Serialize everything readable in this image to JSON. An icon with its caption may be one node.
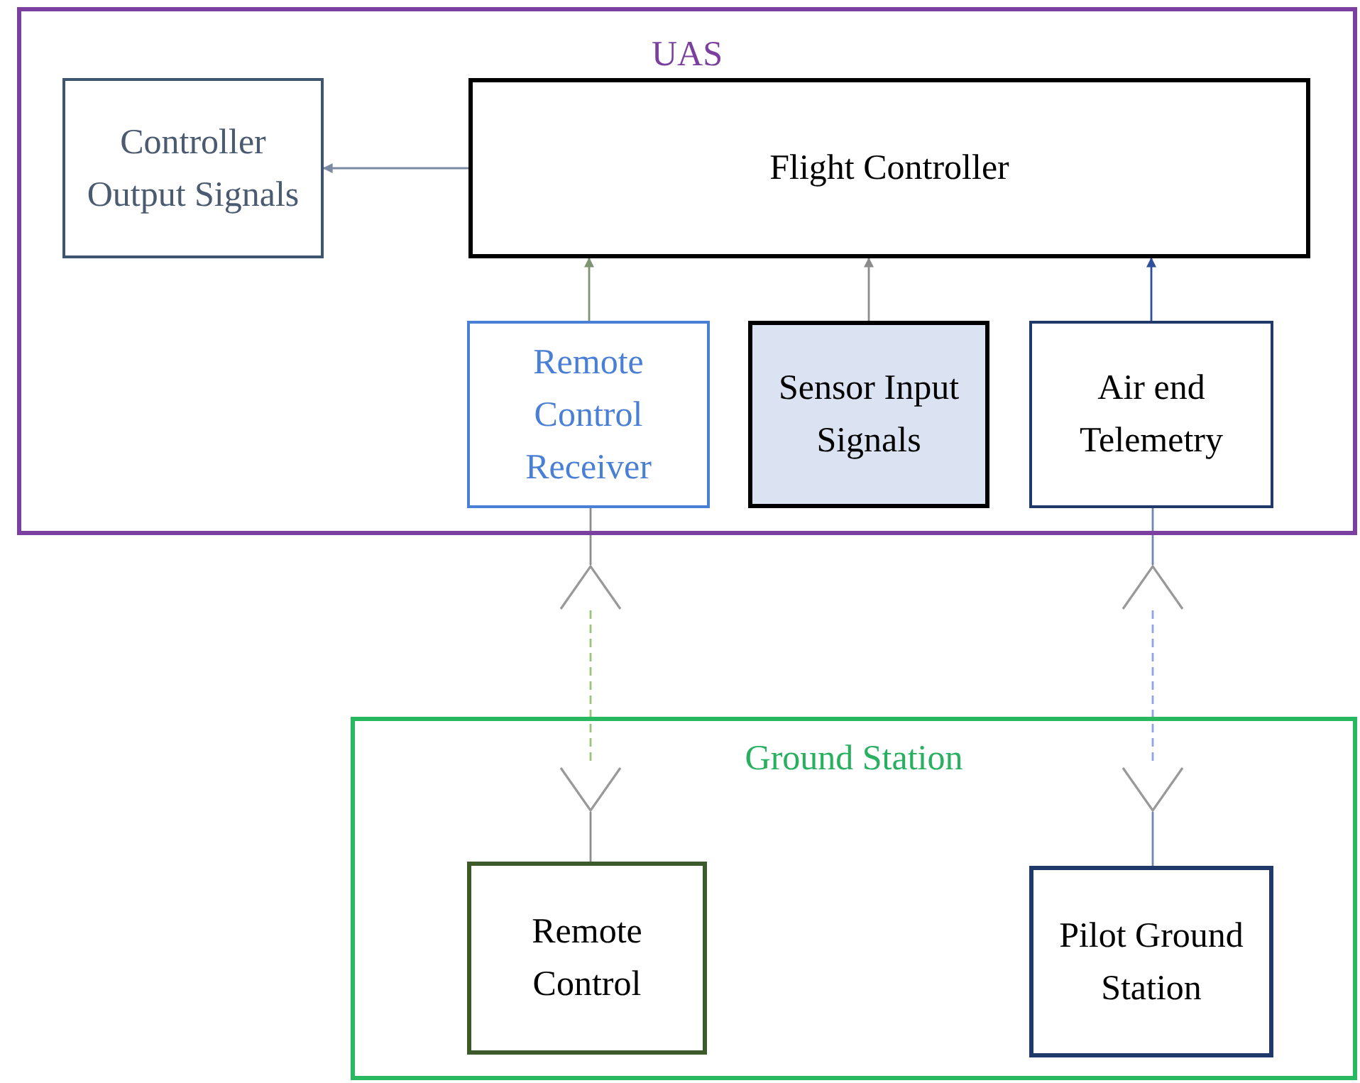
{
  "diagram": {
    "nodes": [
      {
        "text": [
          "UAS"
        ]
      },
      {
        "text": [
          "Controller Output Signals"
        ],
        "in": 0
      },
      {
        "text": [
          "Flight Controller"
        ],
        "in": 0
      },
      {
        "text": [
          "Remote Control Receiver"
        ],
        "in": 0
      },
      {
        "text": [
          "Sensor Input Signals"
        ],
        "in": 0
      },
      {
        "text": [
          "Air end Telemetry"
        ],
        "in": 0
      },
      {
        "text": [
          "Ground Station"
        ]
      },
      {
        "text": [
          "Remote Control"
        ],
        "in": 6
      },
      {
        "text": [
          "Pilot Ground Station"
        ],
        "in": 6
      },
      {
        "text": [],
        "shape": "antenna"
      },
      {
        "text": [],
        "shape": "antenna"
      },
      {
        "text": [],
        "shape": "antenna",
        "in": 6
      },
      {
        "text": [],
        "shape": "antenna",
        "in": 6
      }
    ],
    "edges": [
      {
        "from": 2,
        "to": 1,
        "arrow": "to",
        "color": "#7a8aa3"
      },
      {
        "from": 3,
        "to": 2,
        "arrow": "to",
        "color": "#7f9470"
      },
      {
        "from": 4,
        "to": 2,
        "arrow": "to"
      },
      {
        "from": 5,
        "to": 2,
        "arrow": "to",
        "color": "#2f4f9a"
      },
      {
        "from": 3,
        "to": 9,
        "arrow": "none"
      },
      {
        "from": 9,
        "to": 11,
        "arrow": "none",
        "style": "dashed",
        "color": "#9cc47a"
      },
      {
        "from": 11,
        "to": 7,
        "arrow": "none"
      },
      {
        "from": 5,
        "to": 10,
        "arrow": "none",
        "color": "#7088b0"
      },
      {
        "from": 10,
        "to": 12,
        "arrow": "none",
        "style": "dashed",
        "color": "#8aa6e0"
      },
      {
        "from": 12,
        "to": 8,
        "arrow": "none",
        "color": "#7088b0"
      }
    ]
  }
}
